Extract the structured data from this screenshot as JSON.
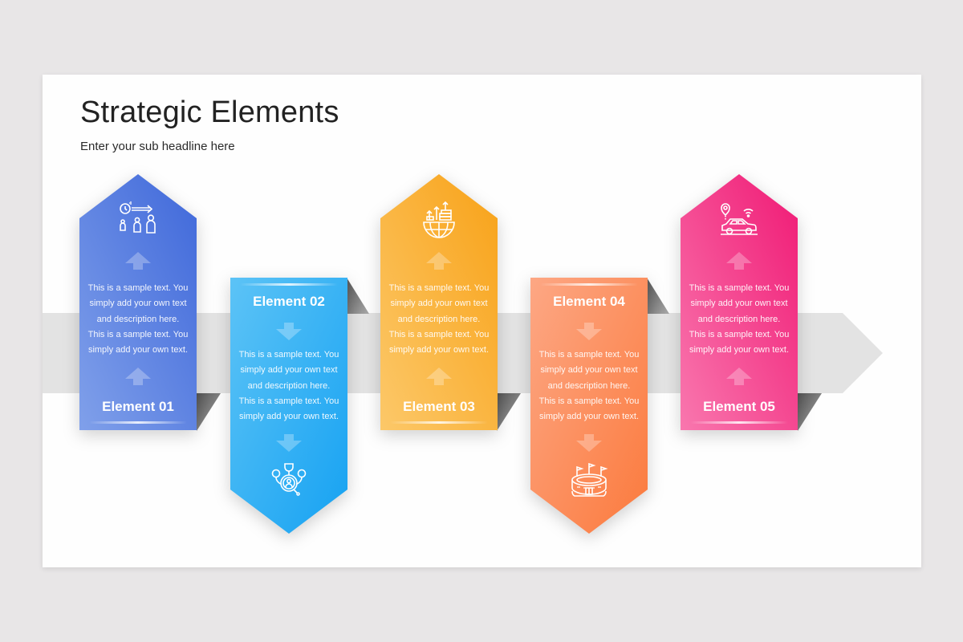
{
  "slide": {
    "title": "Strategic Elements",
    "subtitle": "Enter your sub headline here"
  },
  "colors": {
    "element_01": [
      "#4a72dc",
      "#7a9ae8"
    ],
    "element_02": [
      "#56c0f5",
      "#1ea6f3"
    ],
    "element_03": [
      "#f8a61f",
      "#fbc663"
    ],
    "element_04": [
      "#fca27a",
      "#fb7f45"
    ],
    "element_05": [
      "#f2247a",
      "#f86aa6"
    ],
    "band": "#e3e3e3"
  },
  "elements": [
    {
      "label": "Element 01",
      "icon": "time-management-people-icon",
      "direction": "up",
      "text": [
        "This is a sample text. You",
        "simply add your own text",
        "and description here.",
        "This is a sample text. You",
        "simply add your own text."
      ]
    },
    {
      "label": "Element 02",
      "icon": "people-search-icon",
      "direction": "down",
      "text": [
        "This is a sample text. You",
        "simply add your own text",
        "and description here.",
        "This is a sample text. You",
        "simply add your own text."
      ]
    },
    {
      "label": "Element 03",
      "icon": "global-growth-icon",
      "direction": "up",
      "text": [
        "This is a sample text. You",
        "simply add your own text",
        "and description here.",
        "This is a sample text. You",
        "simply add your own text."
      ]
    },
    {
      "label": "Element 04",
      "icon": "stadium-icon",
      "direction": "down",
      "text": [
        "This is a sample text.  You",
        "simply add your own text",
        "and description here.",
        "This is a sample text. You",
        "simply add your own text."
      ]
    },
    {
      "label": "Element 05",
      "icon": "connected-car-icon",
      "direction": "up",
      "text": [
        "This is a sample text. You",
        "simply add your own text",
        "and description here.",
        "This is a sample text. You",
        "simply add your own text."
      ]
    }
  ]
}
